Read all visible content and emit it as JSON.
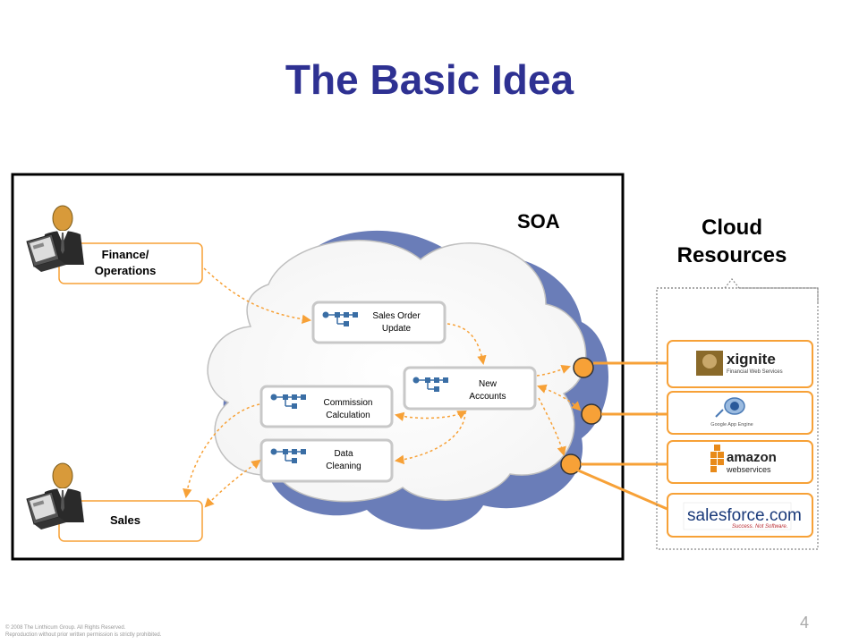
{
  "title": "The Basic Idea",
  "soa_label": "SOA",
  "cloud_label_line1": "Cloud",
  "cloud_label_line2": "Resources",
  "actors": {
    "finance_line1": "Finance/",
    "finance_line2": "Operations",
    "sales": "Sales"
  },
  "services": {
    "sales_order_line1": "Sales Order",
    "sales_order_line2": "Update",
    "new_accounts_line1": "New",
    "new_accounts_line2": "Accounts",
    "commission_line1": "Commission",
    "commission_line2": "Calculation",
    "data_cleaning_line1": "Data",
    "data_cleaning_line2": "Cleaning"
  },
  "providers": {
    "xignite_name": "xignite",
    "xignite_tagline": "Financial Web Services",
    "google_tagline": "Google App Engine",
    "amazon_name": "amazon",
    "amazon_tagline": "webservices",
    "salesforce_name": "salesforce.com",
    "salesforce_tagline": "Success. Not Software."
  },
  "footer": {
    "page_number": "4",
    "copyright_line1": "© 2008 The Linthicum Group. All Rights Reserved.",
    "copyright_line2": "Reproduction without prior written permission is strictly prohibited."
  },
  "colors": {
    "title": "#2e3192",
    "accent_orange": "#f7a137",
    "service_box_border": "#c8c8c8",
    "cloud_outline": "#5a6fb0",
    "service_icon": "#3a6ea5"
  }
}
